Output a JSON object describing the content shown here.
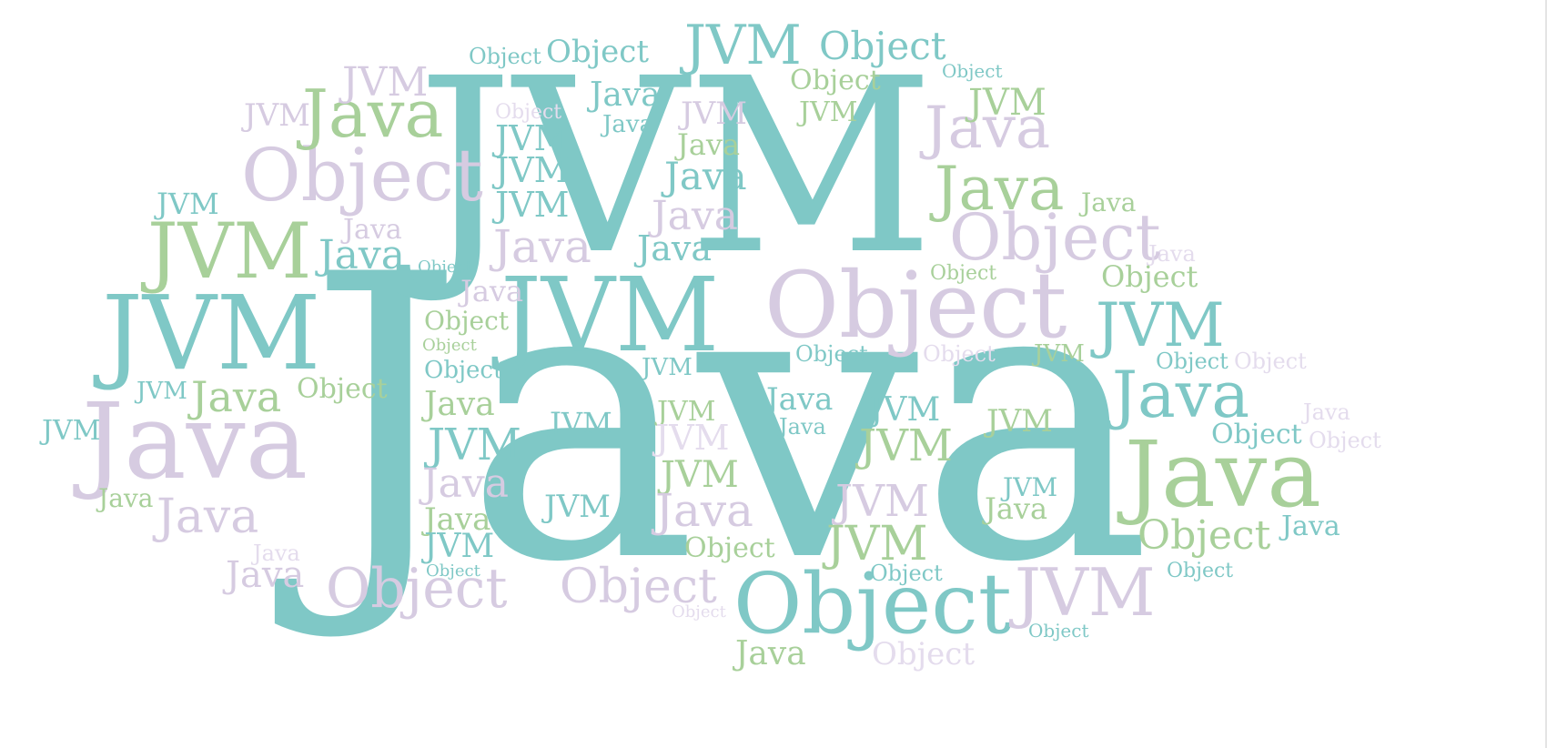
{
  "palette": {
    "teal": "#7fc8c6",
    "lavender": "#d6cbe1",
    "green": "#a8d09a",
    "teal_light": "#a9dad8",
    "lavender_light": "#e4dced",
    "green_light": "#c4e0b8"
  },
  "words": {
    "java": "Java",
    "jvm": "JVM",
    "object": "Object"
  }
}
